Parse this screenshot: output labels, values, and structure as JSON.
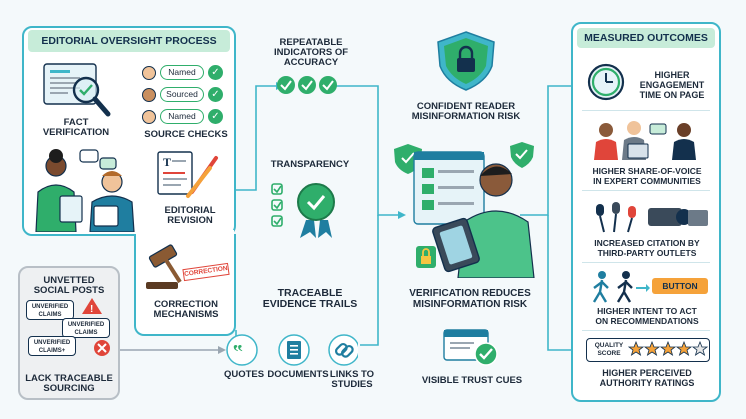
{
  "left_panel": {
    "title": "EDITORIAL OVERSIGHT PROCESS",
    "fact_verification": "FACT\nVERIFICATION",
    "source_checks": "SOURCE CHECKS",
    "source_badges": [
      "Named",
      "Sourced",
      "Named"
    ],
    "editorial_revision": "EDITORIAL\nREVISION",
    "correction_mechanisms": "CORRECTION\nMECHANISMS",
    "correction_stamp": "CORRECTION"
  },
  "unvetted": {
    "title": "UNVETTED\nSOCIAL POSTS",
    "claims": [
      "UNVERIFIED\nCLAIMS",
      "UNVERIFIED\nCLAIMS",
      "UNVERIFIED\nCLAIMS+"
    ],
    "footer": "LACK TRACEABLE\nSOURCING"
  },
  "middle": {
    "repeatable": "REPEATABLE\nINDICATORS OF\nACCURACY",
    "transparency": "TRANSPARENCY",
    "traceable": "TRACEABLE\nEVIDENCE TRAILS",
    "quotes": "QUOTES",
    "documents": "DOCUMENTS",
    "links": "LINKS TO\nSTUDIES"
  },
  "center": {
    "confident": "CONFIDENT READER\nMISINFORMATION RISK",
    "verification": "VERIFICATION REDUCES\nMISINFORMATION RISK",
    "trust_cues": "VISIBLE TRUST CUES"
  },
  "right_panel": {
    "title": "MEASURED OUTCOMES",
    "outcomes": [
      "HIGHER\nENGAGEMENT\nTIME ON PAGE",
      "HIGHER SHARE-OF-VOICE\nIN EXPERT COMMUNITIES",
      "INCREASED CITATION BY\nTHIRD-PARTY OUTLETS",
      "HIGHER INTENT TO ACT\nON RECOMMENDATIONS",
      "HIGHER PERCEIVED\nAUTHORITY RATINGS"
    ],
    "button_label": "BUTTON",
    "quality_score": "QUALITY\nSCORE"
  },
  "colors": {
    "teal": "#3fb6c9",
    "green": "#2fae6b",
    "mint": "#c7ecd9",
    "navy": "#13304d",
    "red": "#e0453a",
    "orange": "#f5a23a"
  }
}
